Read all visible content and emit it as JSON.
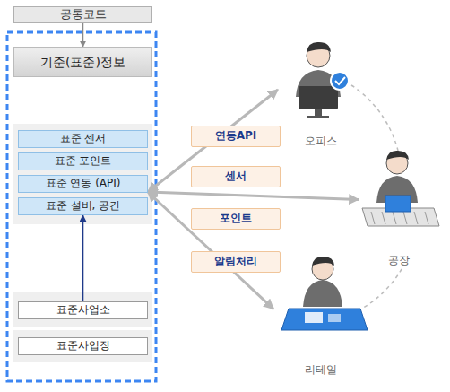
{
  "diagram": {
    "nodes": [
      {
        "text": [
          "공통코드"
        ]
      },
      {
        "text": [
          "기준(표준)정보"
        ]
      },
      {
        "text": [
          "표준 센서"
        ]
      },
      {
        "text": [
          "표준 포인트"
        ]
      },
      {
        "text": [
          "표준 연동 (API)"
        ]
      },
      {
        "text": [
          "표준 설비, 공간"
        ]
      },
      {
        "text": [
          "표준사업소"
        ]
      },
      {
        "text": [
          "표준사업장"
        ]
      },
      {
        "text": [
          "연동API"
        ]
      },
      {
        "text": [
          "센서"
        ]
      },
      {
        "text": [
          "포인트"
        ]
      },
      {
        "text": [
          "알림처리"
        ]
      },
      {
        "text": [
          "오피스"
        ]
      },
      {
        "text": [
          "공장"
        ]
      },
      {
        "text": [
          "리테일"
        ]
      }
    ],
    "edges": [
      {
        "from": 0,
        "to": 1,
        "arrow": "to"
      },
      {
        "from": 6,
        "to": 5,
        "arrow": "to"
      },
      {
        "from": 4,
        "to": 12,
        "arrow": "both"
      },
      {
        "from": 4,
        "to": 13,
        "arrow": "both"
      },
      {
        "from": 4,
        "to": 14,
        "arrow": "both"
      }
    ]
  }
}
